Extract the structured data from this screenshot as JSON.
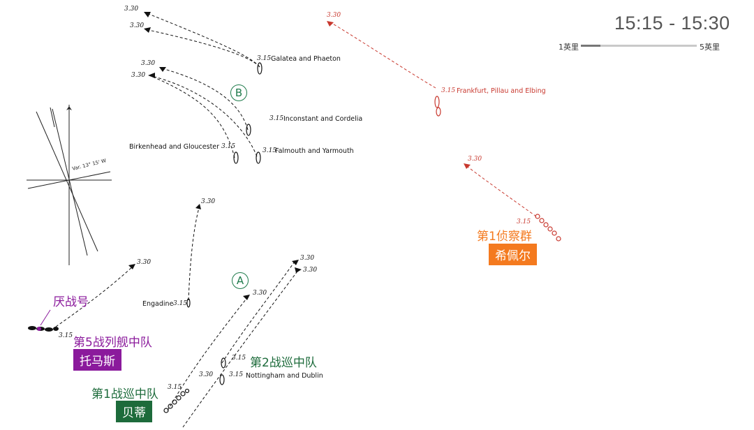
{
  "header": {
    "time_range": "15:15 - 15:30"
  },
  "scale": {
    "left_label": "1英里",
    "right_label": "5英里"
  },
  "markers": {
    "a": "A",
    "b": "B"
  },
  "colors": {
    "purple": "#8b1a9c",
    "green": "#1d6b3b",
    "orange": "#f47a1f",
    "red": "#c8382e",
    "black": "#111111"
  },
  "groups": {
    "first_scouting": {
      "name": "第1侦察群",
      "commander": "希佩尔"
    },
    "fifth_battle": {
      "name": "第5战列舰中队",
      "commander": "托马斯"
    },
    "first_bc": {
      "name": "第1战巡中队",
      "commander": "贝蒂"
    },
    "second_bc": {
      "name": "第2战巡中队"
    },
    "barham": {
      "name": "厌战号"
    }
  },
  "ships": {
    "galatea": "Galatea and Phaeton",
    "inconstant": "Inconstant and Cordelia",
    "falmouth": "Falmouth and Yarmouth",
    "birkenhead": "Birkenhead and Gloucester",
    "frankfurt": "Frankfurt, Pillau and Elbing",
    "engadine": "Engadine",
    "nottingham": "Nottingham and Dublin"
  },
  "times": {
    "t315": "3.15",
    "t330": "3.30"
  },
  "compass": {
    "var_label": "Var. 13° 15' W"
  }
}
